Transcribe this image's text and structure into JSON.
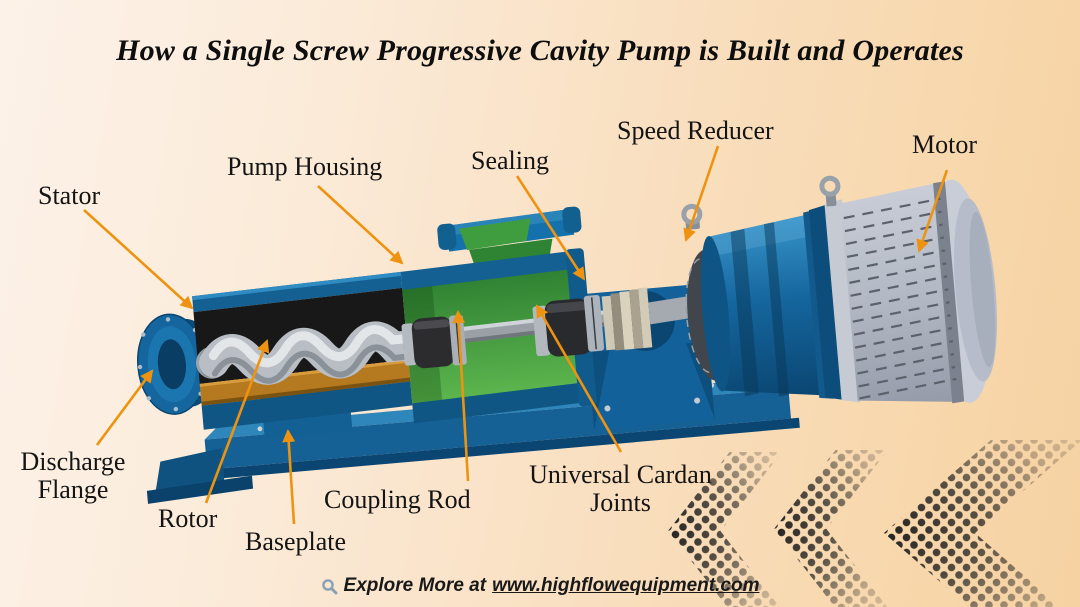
{
  "title": "How a Single Screw Progressive Cavity Pump is Built and Operates",
  "labels": {
    "stator": "Stator",
    "pump_housing": "Pump Housing",
    "sealing": "Sealing",
    "speed_reducer": "Speed Reducer",
    "motor": "Motor",
    "discharge_flange": "Discharge Flange",
    "rotor": "Rotor",
    "baseplate": "Baseplate",
    "coupling_rod": "Coupling Rod",
    "universal_cardan_joints": "Universal Cardan Joints"
  },
  "footer": {
    "icon": "magnifier-icon",
    "prefix": "Explore More at",
    "link": "www.highflowequipment.com"
  },
  "colors": {
    "background_top_left": "#fcf2e9",
    "background_right": "#f6d2a2",
    "leader_line_orange": "#EE9310",
    "pump_blue": "#15669e",
    "pump_blue_light": "#2f8cc2",
    "pump_blue_dark": "#0b4a77",
    "stator_lining_black": "#1a1a1a",
    "stator_bed_orange": "#b5791f",
    "rotor_silver": "#c3c8cd",
    "housing_interior_green": "#3f9d3f",
    "motor_silver": "#b7bdc7",
    "halftone_dot": "#1c1c1c",
    "text": "#141414"
  }
}
